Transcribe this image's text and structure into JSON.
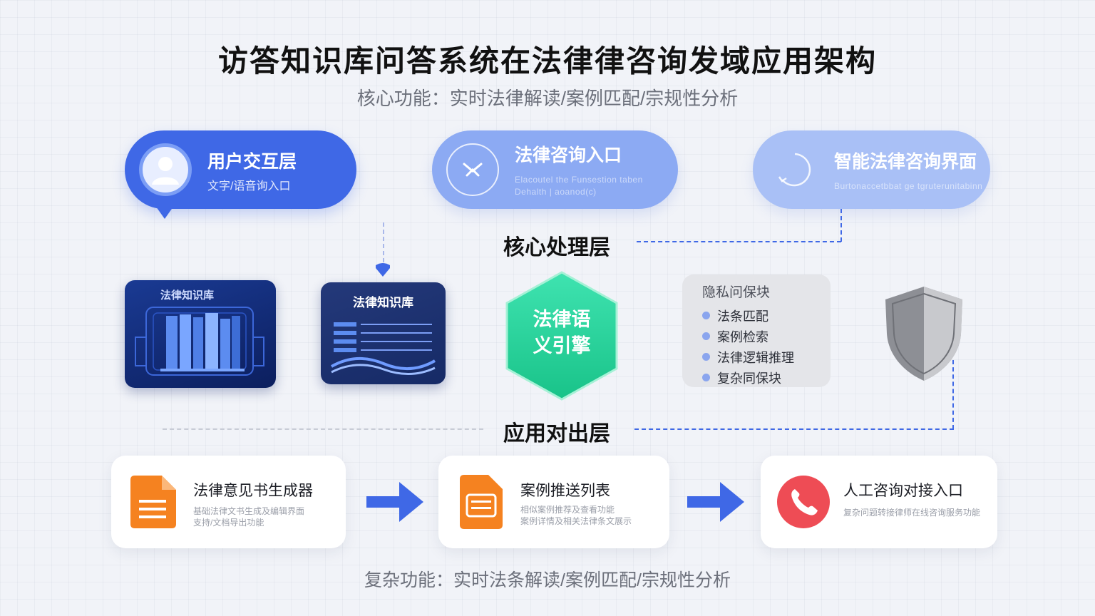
{
  "title": "访答知识库问答系统在法律律咨询发域应用架构",
  "subtitle": "核心功能：实时法律解读/案例匹配/宗规性分析",
  "footer": "复杂功能：实时法条解读/案例匹配/宗规性分析",
  "top_layer": [
    {
      "title": "用户交互层",
      "subtitle": "文字/语音询入口",
      "icon": "user-avatar-icon"
    },
    {
      "title": "法律咨询入口",
      "subtitle": "Elacoutel the Funsestion taben\nDehalth | aoanod(c)",
      "icon": "chevron-check-icon"
    },
    {
      "title": "智能法律咨询界面",
      "subtitle": "Burtonaccetbbat ge tgruterunitabinn",
      "icon": "refresh-arc-icon"
    }
  ],
  "core_layer_label": "核心处理层",
  "knowledge_bases": [
    {
      "label": "法律知识库"
    },
    {
      "label": "法律知识库"
    }
  ],
  "engine": {
    "line1": "法律语",
    "line2": "义引擎"
  },
  "modules": {
    "title": "隐私问保块",
    "items": [
      "法条匹配",
      "案例检索",
      "法律逻辑推理",
      "复杂同保块"
    ]
  },
  "app_layer_label": "应用对出层",
  "app_cards": [
    {
      "title": "法律意见书生成器",
      "desc": "基础法律文书生成及编辑界面\n支持/文档导出功能",
      "icon": "document-icon"
    },
    {
      "title": "案例推送列表",
      "desc": "相似案例推荐及查看功能\n案例详情及相关法律条文展示",
      "icon": "list-doc-icon"
    },
    {
      "title": "人工咨询对接入口",
      "desc": "复杂问题转接律师在线咨询服务功能",
      "icon": "phone-icon"
    }
  ],
  "colors": {
    "primary": "#3f68e6",
    "accent_green": "#2bd19a",
    "orange": "#f58220",
    "red": "#ee4c55"
  }
}
